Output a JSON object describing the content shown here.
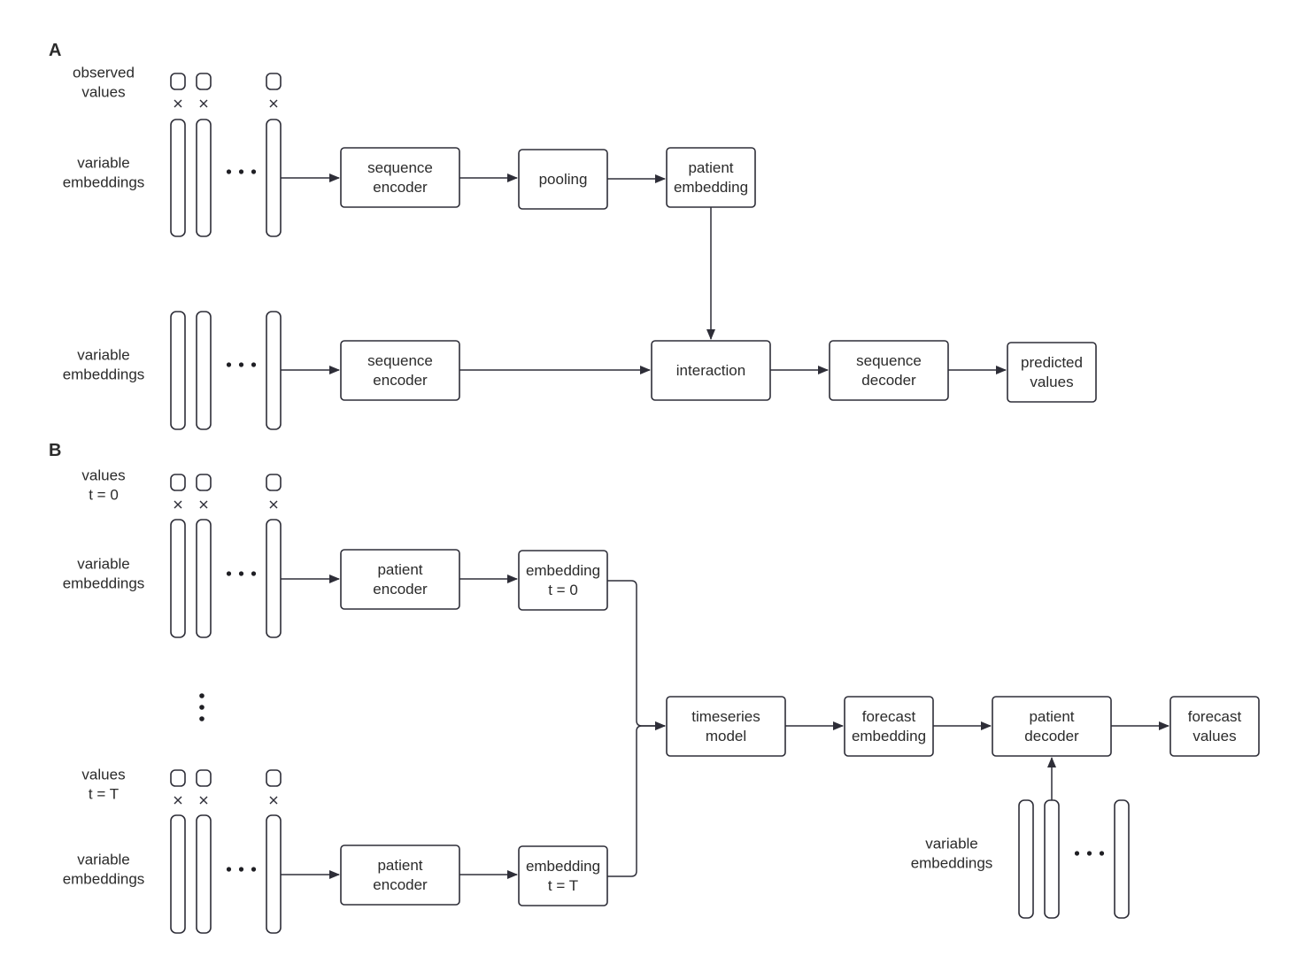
{
  "panels": {
    "a": "A",
    "b": "B"
  },
  "side_labels": {
    "a_observed_values": [
      "observed",
      "values"
    ],
    "a_variable_embeddings_top": [
      "variable",
      "embeddings"
    ],
    "a_variable_embeddings_bottom": [
      "variable",
      "embeddings"
    ],
    "b_values_t0": [
      "values",
      "t = 0"
    ],
    "b_variable_embeddings_t0": [
      "variable",
      "embeddings"
    ],
    "b_values_tT": [
      "values",
      "t = T"
    ],
    "b_variable_embeddings_tT": [
      "variable",
      "embeddings"
    ],
    "b_variable_embeddings_decoder": [
      "variable",
      "embeddings"
    ]
  },
  "nodes": {
    "a_sequence_encoder_top": [
      "sequence",
      "encoder"
    ],
    "a_pooling": [
      "pooling"
    ],
    "a_patient_embedding": [
      "patient",
      "embedding"
    ],
    "a_sequence_encoder_bottom": [
      "sequence",
      "encoder"
    ],
    "a_interaction": [
      "interaction"
    ],
    "a_sequence_decoder": [
      "sequence",
      "decoder"
    ],
    "a_predicted_values": [
      "predicted",
      "values"
    ],
    "b_patient_encoder_t0": [
      "patient",
      "encoder"
    ],
    "b_embedding_t0": [
      "embedding",
      "t = 0"
    ],
    "b_patient_encoder_tT": [
      "patient",
      "encoder"
    ],
    "b_embedding_tT": [
      "embedding",
      "t = T"
    ],
    "b_timeseries_model": [
      "timeseries",
      "model"
    ],
    "b_forecast_embedding": [
      "forecast",
      "embedding"
    ],
    "b_patient_decoder": [
      "patient",
      "decoder"
    ],
    "b_forecast_values": [
      "forecast",
      "values"
    ]
  },
  "edges": [
    [
      "a_embeddings_top",
      "a_sequence_encoder_top"
    ],
    [
      "a_sequence_encoder_top",
      "a_pooling"
    ],
    [
      "a_pooling",
      "a_patient_embedding"
    ],
    [
      "a_patient_embedding",
      "a_interaction"
    ],
    [
      "a_embeddings_bottom",
      "a_sequence_encoder_bottom"
    ],
    [
      "a_sequence_encoder_bottom",
      "a_interaction"
    ],
    [
      "a_interaction",
      "a_sequence_decoder"
    ],
    [
      "a_sequence_decoder",
      "a_predicted_values"
    ],
    [
      "b_embeddings_t0",
      "b_patient_encoder_t0"
    ],
    [
      "b_patient_encoder_t0",
      "b_embedding_t0"
    ],
    [
      "b_embedding_t0",
      "b_timeseries_model"
    ],
    [
      "b_embeddings_tT",
      "b_patient_encoder_tT"
    ],
    [
      "b_patient_encoder_tT",
      "b_embedding_tT"
    ],
    [
      "b_embedding_tT",
      "b_timeseries_model"
    ],
    [
      "b_timeseries_model",
      "b_forecast_embedding"
    ],
    [
      "b_forecast_embedding",
      "b_patient_decoder"
    ],
    [
      "b_embeddings_decoder",
      "b_patient_decoder"
    ],
    [
      "b_patient_decoder",
      "b_forecast_values"
    ]
  ],
  "colors": {
    "stroke": "#2e2e38",
    "text": "#2b2b2b",
    "background": "#ffffff"
  }
}
